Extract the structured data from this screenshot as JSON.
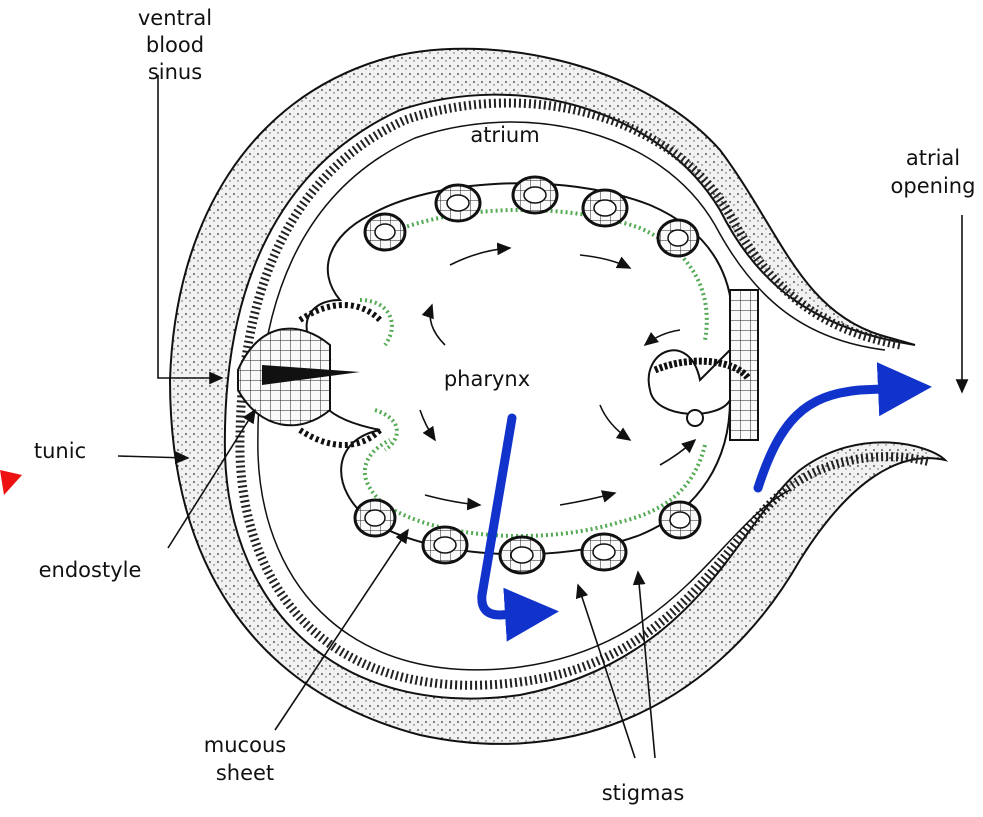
{
  "labels": {
    "ventral_1": "ventral",
    "ventral_2": "blood",
    "ventral_3": "sinus",
    "atrium": "atrium",
    "atrial_1": "atrial",
    "atrial_2": "opening",
    "pharynx": "pharynx",
    "tunic": "tunic",
    "endostyle": "endostyle",
    "mucous_1": "mucous",
    "mucous_2": "sheet",
    "stigmas": "stigmas"
  },
  "colors": {
    "ink": "#111111",
    "blue_arrow": "#1133cc",
    "red_arrow": "#ee1111",
    "mucus": "#55aa55",
    "tissue": "#efefef"
  }
}
